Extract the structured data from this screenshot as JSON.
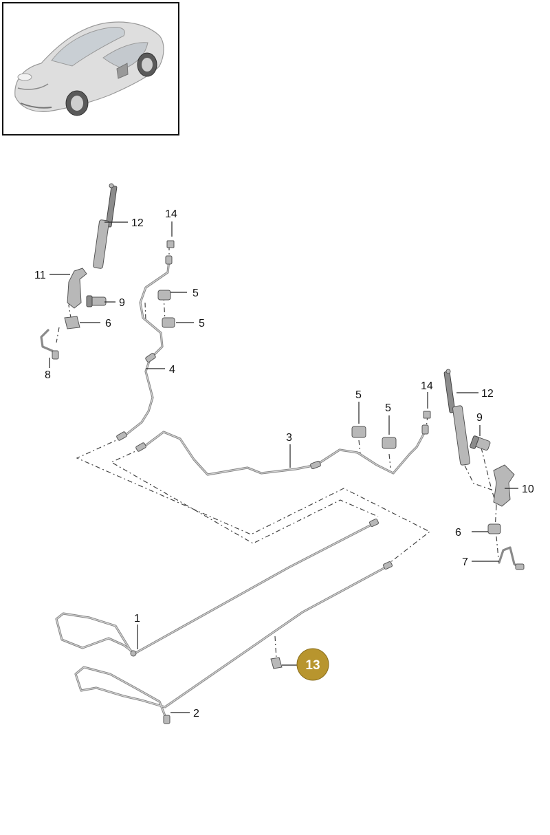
{
  "diagram": {
    "callouts": [
      {
        "id": "c12a",
        "label": "12"
      },
      {
        "id": "c14a",
        "label": "14"
      },
      {
        "id": "c11",
        "label": "11"
      },
      {
        "id": "c9a",
        "label": "9"
      },
      {
        "id": "c5a",
        "label": "5"
      },
      {
        "id": "c5b",
        "label": "5"
      },
      {
        "id": "c6a",
        "label": "6"
      },
      {
        "id": "c8",
        "label": "8"
      },
      {
        "id": "c4",
        "label": "4"
      },
      {
        "id": "c5c",
        "label": "5"
      },
      {
        "id": "c5d",
        "label": "5"
      },
      {
        "id": "c14b",
        "label": "14"
      },
      {
        "id": "c12b",
        "label": "12"
      },
      {
        "id": "c9b",
        "label": "9"
      },
      {
        "id": "c3",
        "label": "3"
      },
      {
        "id": "c10",
        "label": "10"
      },
      {
        "id": "c6b",
        "label": "6"
      },
      {
        "id": "c7",
        "label": "7"
      },
      {
        "id": "c1",
        "label": "1"
      },
      {
        "id": "c13",
        "label": "13"
      },
      {
        "id": "c2",
        "label": "2"
      }
    ],
    "highlight": {
      "label": "13",
      "color": "#b8952e",
      "text_color": "#ffffff"
    },
    "colors": {
      "pipe": "#8a8a8a",
      "part": "#b8b8b8",
      "frame": "#111111"
    }
  }
}
